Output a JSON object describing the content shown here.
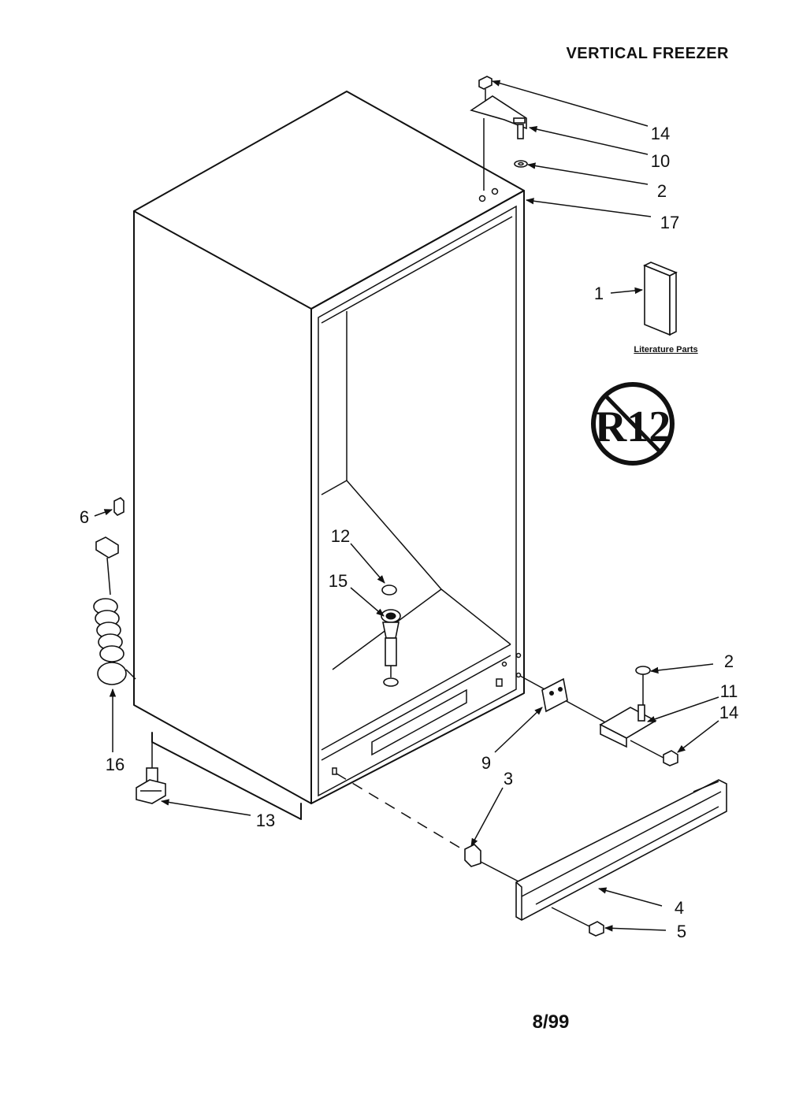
{
  "title": "VERTICAL FREEZER",
  "footer": "8/99",
  "literature_label": "Literature Parts",
  "badge_text": "R12",
  "callouts": {
    "c14_top": "14",
    "c10": "10",
    "c2_top": "2",
    "c17": "17",
    "c1": "1",
    "c6": "6",
    "c12": "12",
    "c15": "15",
    "c16": "16",
    "c2_right": "2",
    "c11": "11",
    "c14_right": "14",
    "c9": "9",
    "c3": "3",
    "c13": "13",
    "c4": "4",
    "c5": "5"
  }
}
